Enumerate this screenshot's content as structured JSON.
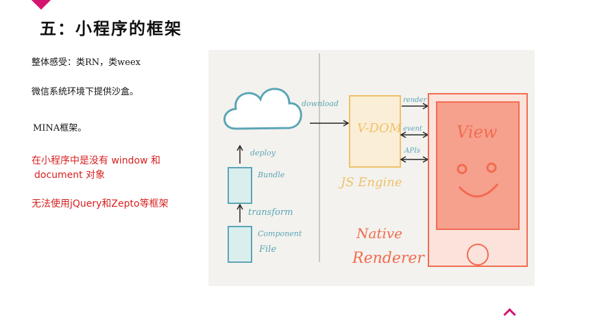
{
  "slide": {
    "title": "五：小程序的框架",
    "lines": [
      "整体感受：类RN，类weex",
      "微信系统环境下提供沙盒。",
      "MINA框架。",
      "在小程序中是没有 window 和",
      "document 对象",
      "无法使用jQuery和Zepto等框架"
    ]
  },
  "diagram": {
    "labels": {
      "deploy": "deploy",
      "bundle": "Bundle",
      "transform": "transform",
      "component": "Component",
      "file": "File",
      "download": "download",
      "vdom": "V-DOM",
      "js_engine": "JS Engine",
      "render": "render",
      "event": "event",
      "apis": "APIs",
      "native": "Native",
      "renderer": "Renderer",
      "view": "View"
    },
    "colors": {
      "teal": "#5aa5b5",
      "orange": "#f0c06a",
      "phone": "#f26b4f",
      "screen": "#f6a08e"
    }
  }
}
